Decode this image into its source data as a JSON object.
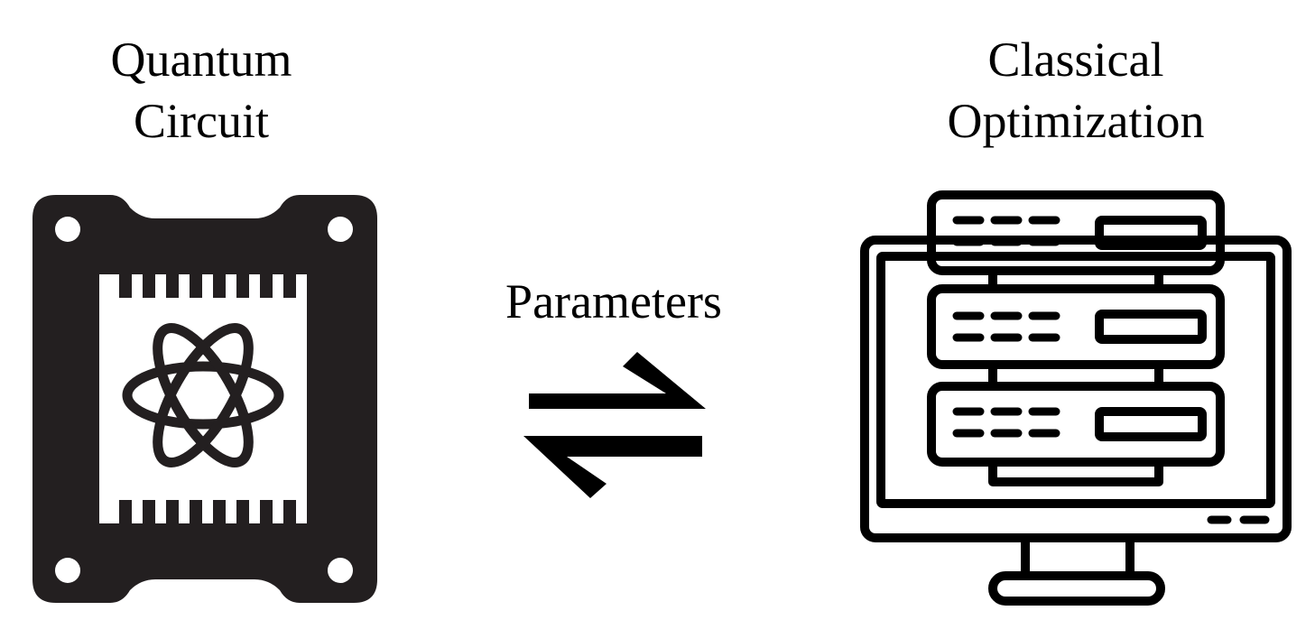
{
  "diagram": {
    "left": {
      "title_line1": "Quantum",
      "title_line2": "Circuit",
      "icon": "quantum-chip-icon"
    },
    "center": {
      "label": "Parameters",
      "icon": "bidirectional-arrows-icon"
    },
    "right": {
      "title_line1": "Classical",
      "title_line2": "Optimization",
      "icon": "server-monitor-icon"
    }
  },
  "colors": {
    "ink": "#231f20",
    "background": "#ffffff"
  }
}
